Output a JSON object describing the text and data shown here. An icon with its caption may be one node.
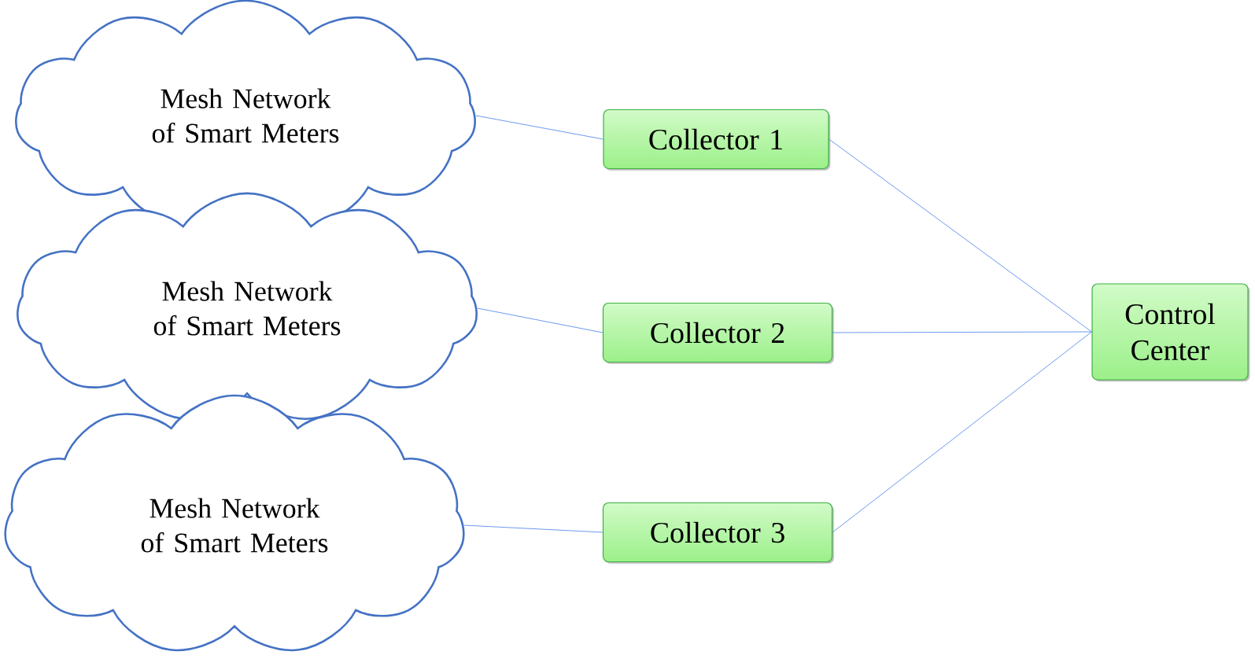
{
  "diagram": {
    "nodes": [
      {
        "text": [
          "Mesh Network of Smart Meters"
        ]
      },
      {
        "text": [
          "Mesh Network of Smart Meters"
        ]
      },
      {
        "text": [
          "Mesh Network of Smart Meters"
        ]
      },
      {
        "text": [
          "Collector 1"
        ]
      },
      {
        "text": [
          "Collector 2"
        ]
      },
      {
        "text": [
          "Collector 3"
        ]
      },
      {
        "text": [
          "Control Center"
        ]
      }
    ],
    "edges": [
      {
        "from": 0,
        "to": 3,
        "arrow": "none"
      },
      {
        "from": 1,
        "to": 4,
        "arrow": "none"
      },
      {
        "from": 2,
        "to": 5,
        "arrow": "none"
      },
      {
        "from": 3,
        "to": 6,
        "arrow": "none"
      },
      {
        "from": 4,
        "to": 6,
        "arrow": "none"
      },
      {
        "from": 5,
        "to": 6,
        "arrow": "none"
      }
    ]
  }
}
